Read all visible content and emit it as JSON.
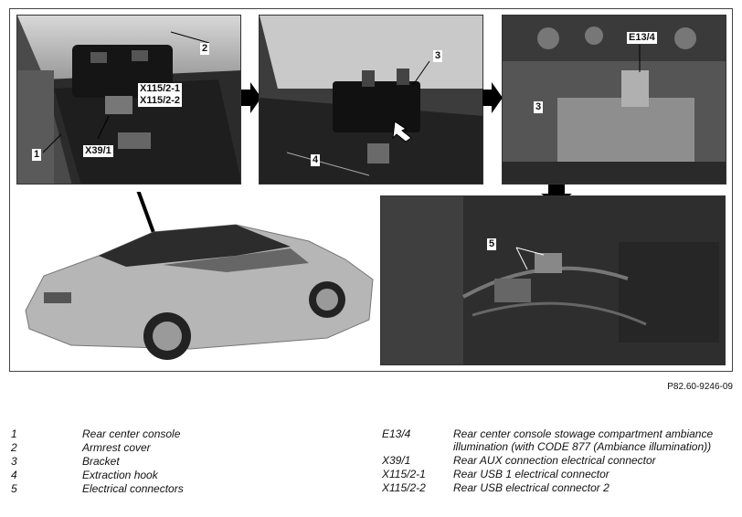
{
  "callouts": {
    "p1": {
      "c2": "2",
      "c1": "1",
      "x115_1": "X115/2-1",
      "x115_2": "X115/2-2",
      "x39": "X39/1"
    },
    "p2": {
      "c3": "3",
      "c4": "4"
    },
    "p3": {
      "e13": "E13/4",
      "c3": "3"
    },
    "p4": {
      "c5": "5"
    }
  },
  "figure_id": "P82.60-9246-09",
  "legend_left": [
    {
      "key": "1",
      "desc": "Rear center console"
    },
    {
      "key": "2",
      "desc": "Armrest cover"
    },
    {
      "key": "3",
      "desc": "Bracket"
    },
    {
      "key": "4",
      "desc": "Extraction hook"
    },
    {
      "key": "5",
      "desc": "Electrical connectors"
    }
  ],
  "legend_right": [
    {
      "key": "E13/4",
      "desc": "Rear center console stowage compartment ambiance illumination (with CODE 877 (Ambiance illumination))"
    },
    {
      "key": "X39/1",
      "desc": "Rear AUX connection electrical connector"
    },
    {
      "key": "X115/2-1",
      "desc": "Rear USB 1 electrical connector"
    },
    {
      "key": "X115/2-2",
      "desc": "Rear USB electrical connector 2"
    }
  ]
}
